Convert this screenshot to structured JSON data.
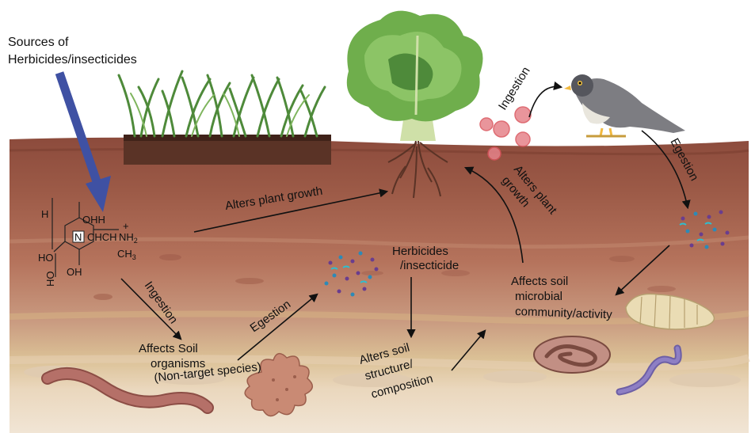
{
  "labels": {
    "sources_line1": "Sources of",
    "sources_line2": "Herbicides/insecticides",
    "alters_growth_left": "Alters plant growth",
    "ingestion_bird": "Ingestion",
    "egestion_bird": "Egestion",
    "alters_growth_right_1": "Alters plant",
    "alters_growth_right_2": "growth",
    "herbicides_1": "Herbicides",
    "herbicides_2": "/insecticide",
    "ingestion_soil": "Ingestion",
    "egestion_soil": "Egestion",
    "affects_organisms_1": "Affects Soil",
    "affects_organisms_2": "organisms",
    "affects_organisms_3": "(Non-target species)",
    "alters_soil_1": "Alters soil",
    "alters_soil_2": "structure/",
    "alters_soil_3": "composition",
    "affects_microbial_1": "Affects soil",
    "affects_microbial_2": "microbial",
    "affects_microbial_3": "community/activity"
  },
  "chemical": {
    "oh_top": "OHH",
    "ch": "CHCH",
    "nh2": "NH",
    "nh2_sub": "2",
    "ch3": "CH",
    "ch3_sub": "3",
    "n": "N",
    "ho1": "HO",
    "oh2": "OH",
    "ho3": "HO",
    "h_left": "H",
    "plus": "+"
  },
  "colors": {
    "sky": "#ffffff",
    "topsoil": "#9a5a4a",
    "midsoil": "#b97a64",
    "lowsoil": "#cc9a82",
    "sandsoil": "#dcc39a",
    "deepsoil": "#eedfcb",
    "arrow_blue": "#3f51a3",
    "grass": "#4e8a3a",
    "lettuce": "#6fae4c",
    "residue_red": "#d9535b",
    "worm": "#b57068",
    "amoeba": "#c98a74"
  }
}
